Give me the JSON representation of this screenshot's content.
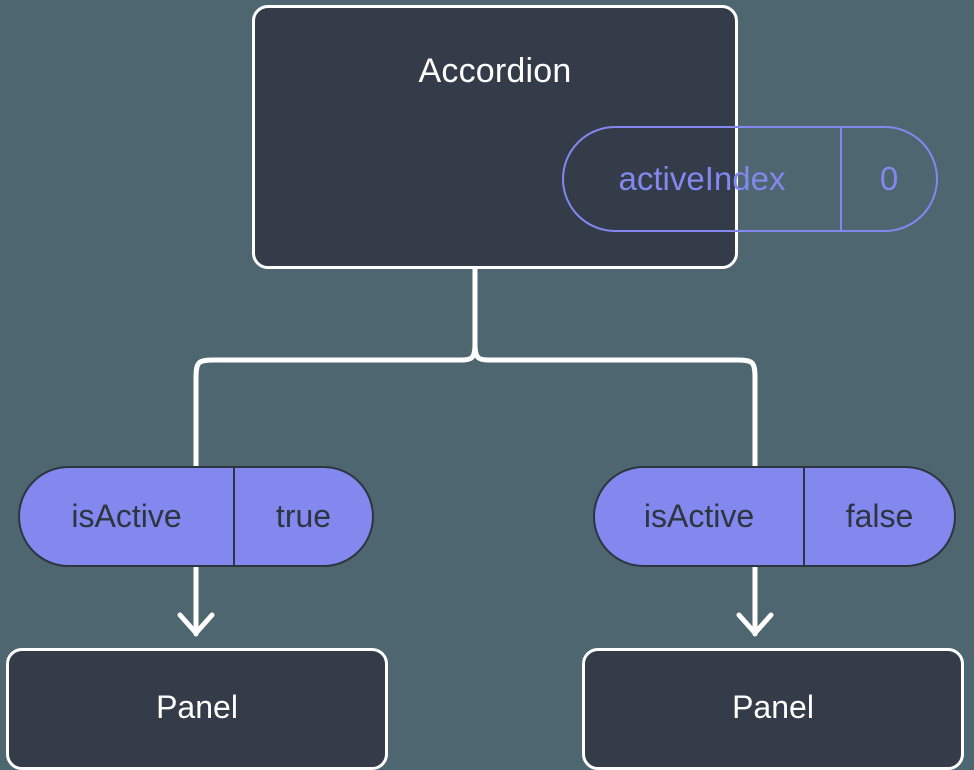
{
  "canvas": {
    "background_color": "#4d6670",
    "node_fill_color": "#343b49",
    "node_border_color": "#ffffff",
    "accent_color": "#8288ee",
    "pill_text_color": "#2f3540",
    "connector_color": "#ffffff"
  },
  "root": {
    "title": "Accordion",
    "state_pill": {
      "key": "activeIndex",
      "value": "0"
    }
  },
  "branches": [
    {
      "prop_pill": {
        "key": "isActive",
        "value": "true"
      },
      "child": {
        "title": "Panel"
      }
    },
    {
      "prop_pill": {
        "key": "isActive",
        "value": "false"
      },
      "child": {
        "title": "Panel"
      }
    }
  ]
}
